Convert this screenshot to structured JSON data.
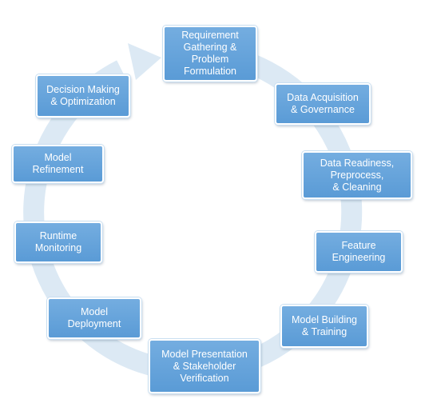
{
  "diagram": {
    "ring_color": "#dce9f4",
    "box_color": "#5a9bd6",
    "stages": {
      "requirement": "Requirement\nGathering &\nProblem\nFormulation",
      "acquisition": "Data Acquisition\n& Governance",
      "readiness": "Data Readiness,\nPreprocess,\n& Cleaning",
      "feature": "Feature\nEngineering",
      "building": "Model Building\n& Training",
      "presentation": "Model Presentation\n& Stakeholder\nVerification",
      "deployment": "Model\nDeployment",
      "monitoring": "Runtime\nMonitoring",
      "refinement": "Model\nRefinement",
      "decision": "Decision Making\n& Optimization"
    }
  }
}
